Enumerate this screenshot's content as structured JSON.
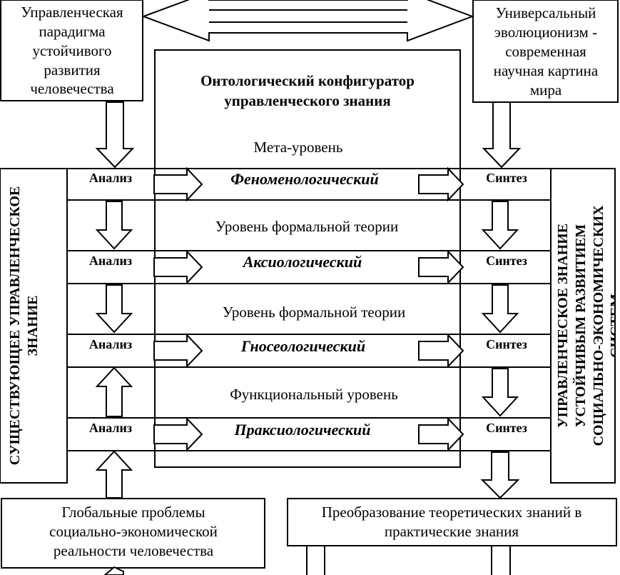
{
  "top_left_box": [
    "Управленческая",
    "парадигма",
    "устойчивого",
    "развития",
    "человечества"
  ],
  "top_right_box": [
    "Универсальный",
    "эволюционизм -",
    "современная",
    "научная картина",
    "мира"
  ],
  "center_title": [
    "Онтологический конфигуратор",
    "управленческого знания"
  ],
  "meta_level": "Мета-уровень",
  "levels": [
    {
      "name": "Феноменологический",
      "left": "Анализ",
      "right": "Синтез"
    },
    {
      "name": "Аксиологический",
      "left": "Анализ",
      "right": "Синтез"
    },
    {
      "name": "Гносеологический",
      "left": "Анализ",
      "right": "Синтез"
    },
    {
      "name": "Праксиологический",
      "left": "Анализ",
      "right": "Синтез"
    }
  ],
  "between_levels": [
    "Уровень формальной теории",
    "Уровень формальной теории",
    "Функциональный уровень"
  ],
  "left_vertical": [
    "СУЩЕСТВУЮЩЕЕ УПРАВЛЕНЧЕСКОЕ",
    "ЗНАНИЕ"
  ],
  "right_vertical": [
    "УПРАВЛЕНЧЕСКОЕ ЗНАНИЕ",
    "УСТОЙЧИВЫМ РАЗВИТИЕМ",
    "СОЦИАЛЬНО-ЭКОНОМИЧЕСКИХ",
    "СИСТЕМ"
  ],
  "bottom_left_box": [
    "Глобальные проблемы",
    "социально-экономической",
    "реальности человечества"
  ],
  "bottom_right_box": [
    "Преобразование теоретических знаний в",
    "практические знания"
  ]
}
